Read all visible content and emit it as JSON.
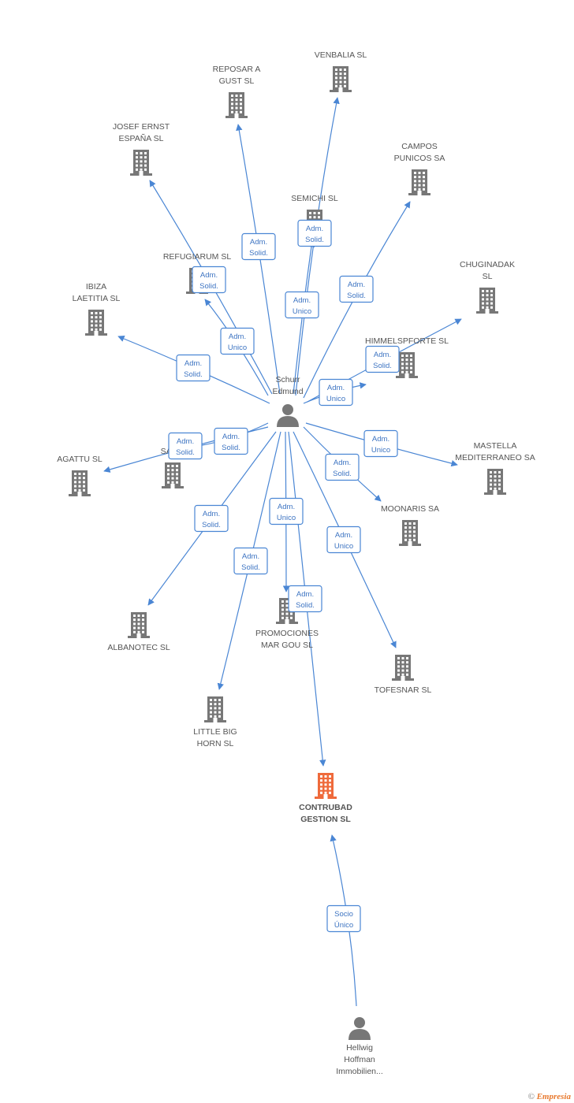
{
  "colors": {
    "edge": "#4a86d4",
    "company": "#777777",
    "company_main": "#ef6a3b",
    "person": "#777777"
  },
  "nodes": [
    {
      "id": "schurr",
      "type": "person",
      "lines": [
        "Schurr",
        "Edmund"
      ]
    },
    {
      "id": "hellwig",
      "type": "person",
      "lines": [
        "Hellwig",
        "Hoffman",
        "Immobilien..."
      ]
    },
    {
      "id": "contrubad",
      "type": "company_main",
      "lines": [
        "CONTRUBAD",
        "GESTION SL"
      ]
    },
    {
      "id": "venbalia",
      "type": "company",
      "lines": [
        "VENBALIA SL"
      ]
    },
    {
      "id": "reposar",
      "type": "company",
      "lines": [
        "REPOSAR A",
        "GUST SL"
      ]
    },
    {
      "id": "josef",
      "type": "company",
      "lines": [
        "JOSEF ERNST",
        "ESPAÑA SL"
      ]
    },
    {
      "id": "campos",
      "type": "company",
      "lines": [
        "CAMPOS",
        "PUNICOS SA"
      ]
    },
    {
      "id": "semichi",
      "type": "company",
      "lines": [
        "SEMICHI SL"
      ]
    },
    {
      "id": "refugiarum",
      "type": "company",
      "lines": [
        "REFUGIARUM SL"
      ]
    },
    {
      "id": "chuginadak",
      "type": "company",
      "lines": [
        "CHUGINADAK",
        "SL"
      ]
    },
    {
      "id": "ibiza",
      "type": "company",
      "lines": [
        "IBIZA",
        "LAETITIA SL"
      ]
    },
    {
      "id": "himmelspforte",
      "type": "company",
      "lines": [
        "HIMMELSPFORTE SL"
      ]
    },
    {
      "id": "agattu",
      "type": "company",
      "lines": [
        "AGATTU SL"
      ]
    },
    {
      "id": "sapoza",
      "type": "company",
      "lines": [
        "SA P..."
      ]
    },
    {
      "id": "mastella",
      "type": "company",
      "lines": [
        "MASTELLA",
        "MEDITERRANEO SA"
      ]
    },
    {
      "id": "moonaris",
      "type": "company",
      "lines": [
        "MOONARIS SA"
      ]
    },
    {
      "id": "albanotec",
      "type": "company",
      "lines": [
        "ALBANOTEC SL"
      ]
    },
    {
      "id": "promociones",
      "type": "company",
      "lines": [
        "PROMOCIONES",
        "MAR GOU SL"
      ]
    },
    {
      "id": "tofesnar",
      "type": "company",
      "lines": [
        "TOFESNAR SL"
      ]
    },
    {
      "id": "littlebig",
      "type": "company",
      "lines": [
        "LITTLE BIG",
        "HORN SL"
      ]
    }
  ],
  "edges": [
    {
      "from": "schurr",
      "to": "venbalia",
      "label": [
        "Adm.",
        "Solid."
      ]
    },
    {
      "from": "schurr",
      "to": "reposar",
      "label": [
        "Adm.",
        "Solid."
      ]
    },
    {
      "from": "schurr",
      "to": "josef",
      "label": [
        "Adm.",
        "Solid."
      ]
    },
    {
      "from": "schurr",
      "to": "campos",
      "label": [
        "Adm.",
        "Solid."
      ]
    },
    {
      "from": "schurr",
      "to": "semichi",
      "label": [
        "Adm.",
        "Unico"
      ]
    },
    {
      "from": "schurr",
      "to": "refugiarum",
      "label": [
        "Adm.",
        "Unico"
      ]
    },
    {
      "from": "schurr",
      "to": "chuginadak",
      "label": [
        "Adm.",
        "Solid."
      ]
    },
    {
      "from": "schurr",
      "to": "ibiza",
      "label": [
        "Adm.",
        "Solid."
      ]
    },
    {
      "from": "schurr",
      "to": "himmelspforte",
      "label": [
        "Adm.",
        "Unico"
      ]
    },
    {
      "from": "schurr",
      "to": "agattu",
      "label": [
        "Adm.",
        "Solid."
      ]
    },
    {
      "from": "schurr",
      "to": "sapoza",
      "label": [
        "Adm.",
        "Solid."
      ]
    },
    {
      "from": "schurr",
      "to": "mastella",
      "label": [
        "Adm.",
        "Unico"
      ]
    },
    {
      "from": "schurr",
      "to": "moonaris",
      "label": [
        "Adm.",
        "Solid."
      ]
    },
    {
      "from": "schurr",
      "to": "albanotec",
      "label": [
        "Adm.",
        "Solid."
      ]
    },
    {
      "from": "schurr",
      "to": "promociones",
      "label": [
        "Adm.",
        "Unico"
      ]
    },
    {
      "from": "schurr",
      "to": "tofesnar",
      "label": [
        "Adm.",
        "Unico"
      ]
    },
    {
      "from": "schurr",
      "to": "littlebig",
      "label": [
        "Adm.",
        "Solid."
      ]
    },
    {
      "from": "schurr",
      "to": "contrubad",
      "label": [
        "Adm.",
        "Solid."
      ]
    },
    {
      "from": "hellwig",
      "to": "contrubad",
      "label": [
        "Socio",
        "Único"
      ]
    }
  ],
  "watermark": {
    "symbol": "©",
    "brand": "Empresia"
  }
}
